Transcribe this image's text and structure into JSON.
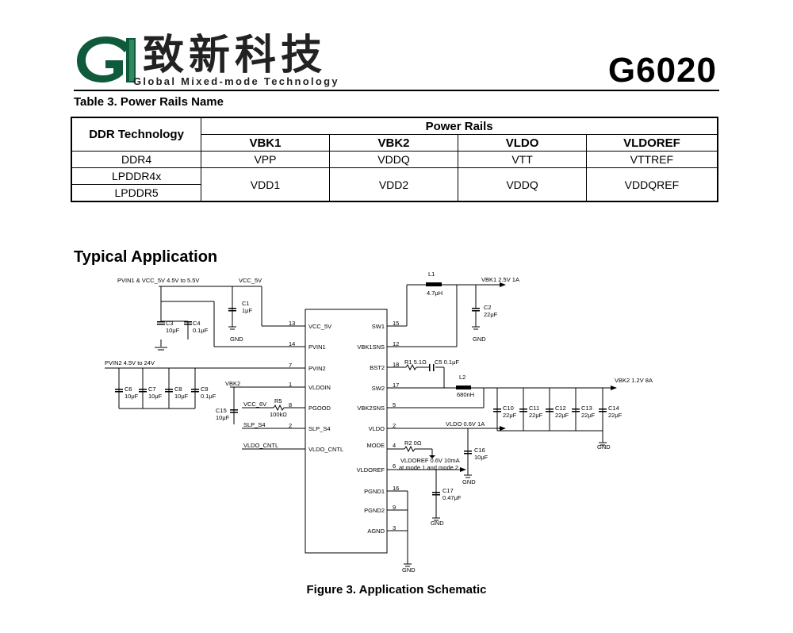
{
  "header": {
    "logo_cn": "致新科技",
    "logo_en": "Global Mixed-mode Technology",
    "doc_id": "G6020"
  },
  "table": {
    "title": "Table 3. Power Rails Name",
    "col_ddr": "DDR Technology",
    "col_group": "Power Rails",
    "cols": [
      "VBK1",
      "VBK2",
      "VLDO",
      "VLDOREF"
    ],
    "rows": [
      {
        "ddr": "DDR4",
        "vals": [
          "VPP",
          "VDDQ",
          "VTT",
          "VTTREF"
        ]
      },
      {
        "ddr": "LPDDR4x",
        "vals": [
          "VDD1",
          "VDD2",
          "VDDQ",
          "VDDQREF"
        ]
      },
      {
        "ddr": "LPDDR5"
      }
    ]
  },
  "section_title": "Typical Application",
  "schematic": {
    "pins_left": [
      {
        "num": "13",
        "name": "VCC_5V"
      },
      {
        "num": "14",
        "name": "PVIN1"
      },
      {
        "num": "7",
        "name": "PVIN2"
      },
      {
        "num": "1",
        "name": "VLDOIN"
      },
      {
        "num": "8",
        "name": "PGOOD"
      },
      {
        "num": "2",
        "name": "SLP_S4"
      },
      {
        "num": "",
        "name": "VLDO_CNTL"
      }
    ],
    "pins_right": [
      {
        "num": "15",
        "name": "SW1"
      },
      {
        "num": "12",
        "name": "VBK1SNS"
      },
      {
        "num": "18",
        "name": "BST2"
      },
      {
        "num": "17",
        "name": "SW2"
      },
      {
        "num": "5",
        "name": "VBK2SNS"
      },
      {
        "num": "2",
        "name": "VLDO"
      },
      {
        "num": "4",
        "name": "MODE"
      },
      {
        "num": "6",
        "name": "VLDOREF"
      },
      {
        "num": "16",
        "name": "PGND1"
      },
      {
        "num": "9",
        "name": "PGND2"
      },
      {
        "num": "3",
        "name": "AGND"
      }
    ],
    "labels": {
      "pvin1": "PVIN1 & VCC_5V 4.5V to 5.5V",
      "vcc5v": "VCC_5V",
      "c1": "C1",
      "c1v": "1μF",
      "gnd": "GND",
      "c3": "C3",
      "c3v": "10μF",
      "c4": "C4",
      "c4v": "0.1μF",
      "pvin2": "PVIN2 4.5V to 24V",
      "c6": "C6",
      "c6v": "10μF",
      "c7": "C7",
      "c7v": "10μF",
      "c8": "C8",
      "c8v": "10μF",
      "c9": "C9",
      "c9v": "0.1μF",
      "vbk2in": "VBK2",
      "c15": "C15",
      "c15v": "10μF",
      "vcc6v": "VCC_6V",
      "r5": "R5",
      "r5v": "100kΩ",
      "slp": "SLP_S4",
      "vcntl": "VLDO_CNTL",
      "l1": "L1",
      "l1v": "4.7μH",
      "vbk1out": "VBK1 2.5V 1A",
      "c2": "C2",
      "c2v": "22μF",
      "r1": "R1 5.1Ω",
      "c5": "C5 0.1μF",
      "l2": "L2",
      "l2v": "680nH",
      "vbk2out": "VBK2 1.2V 8A",
      "c10": "C10",
      "c10v": "22μF",
      "c11": "C11",
      "c11v": "22μF",
      "c12": "C12",
      "c12v": "22μF",
      "c13": "C13",
      "c13v": "22μF",
      "c14": "C14",
      "c14v": "22μF",
      "vldoout": "VLDO 0.6V 1A",
      "r2": "R2 0Ω",
      "c16": "C16",
      "c16v": "10μF",
      "vrefout": "VLDOREF 0.6V 10mA",
      "vrefnote": "at mode 1 and mode 2",
      "c17": "C17",
      "c17v": "0.47μF"
    }
  },
  "figure_caption": "Figure 3. Application Schematic"
}
